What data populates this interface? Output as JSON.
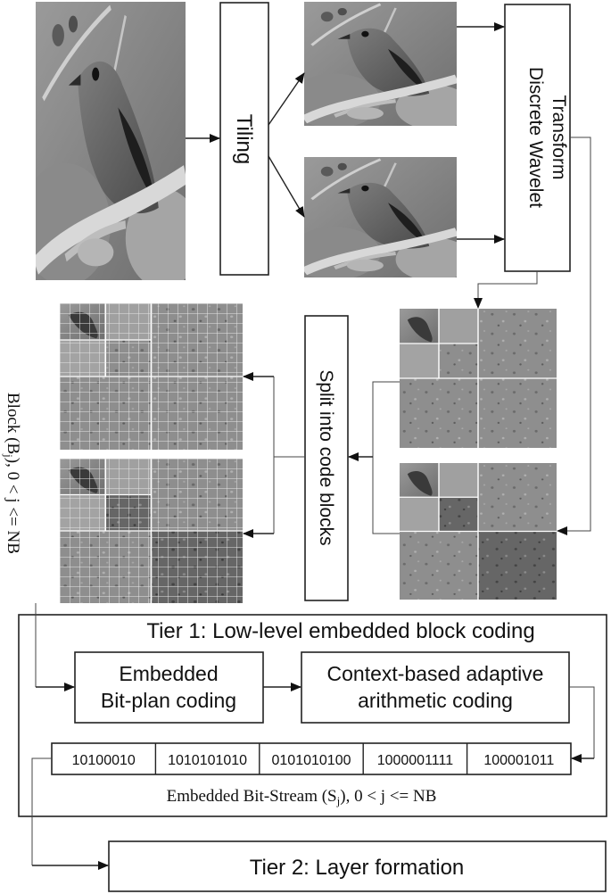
{
  "labels": {
    "tiling": "Tiling",
    "dwt_line1": "Discrete Wavelet",
    "dwt_line2": "Transform",
    "split": "Split into code blocks",
    "block_prefix": "Block (B",
    "block_sub": "j",
    "block_suffix": "),   0 < j <= NB",
    "tier1": "Tier 1: Low-level embedded block coding",
    "ebpc_line1": "Embedded",
    "ebpc_line2": "Bit-plan coding",
    "cbac_line1": "Context-based adaptive",
    "cbac_line2": "arithmetic coding",
    "stream_prefix": "Embedded Bit-Stream (S",
    "stream_sub": "j",
    "stream_suffix": "),   0 < j <= NB",
    "tier2": "Tier 2: Layer formation"
  },
  "bitstream": [
    "10100010",
    "1010101010",
    "0101010100",
    "1000001111",
    "100001011"
  ]
}
